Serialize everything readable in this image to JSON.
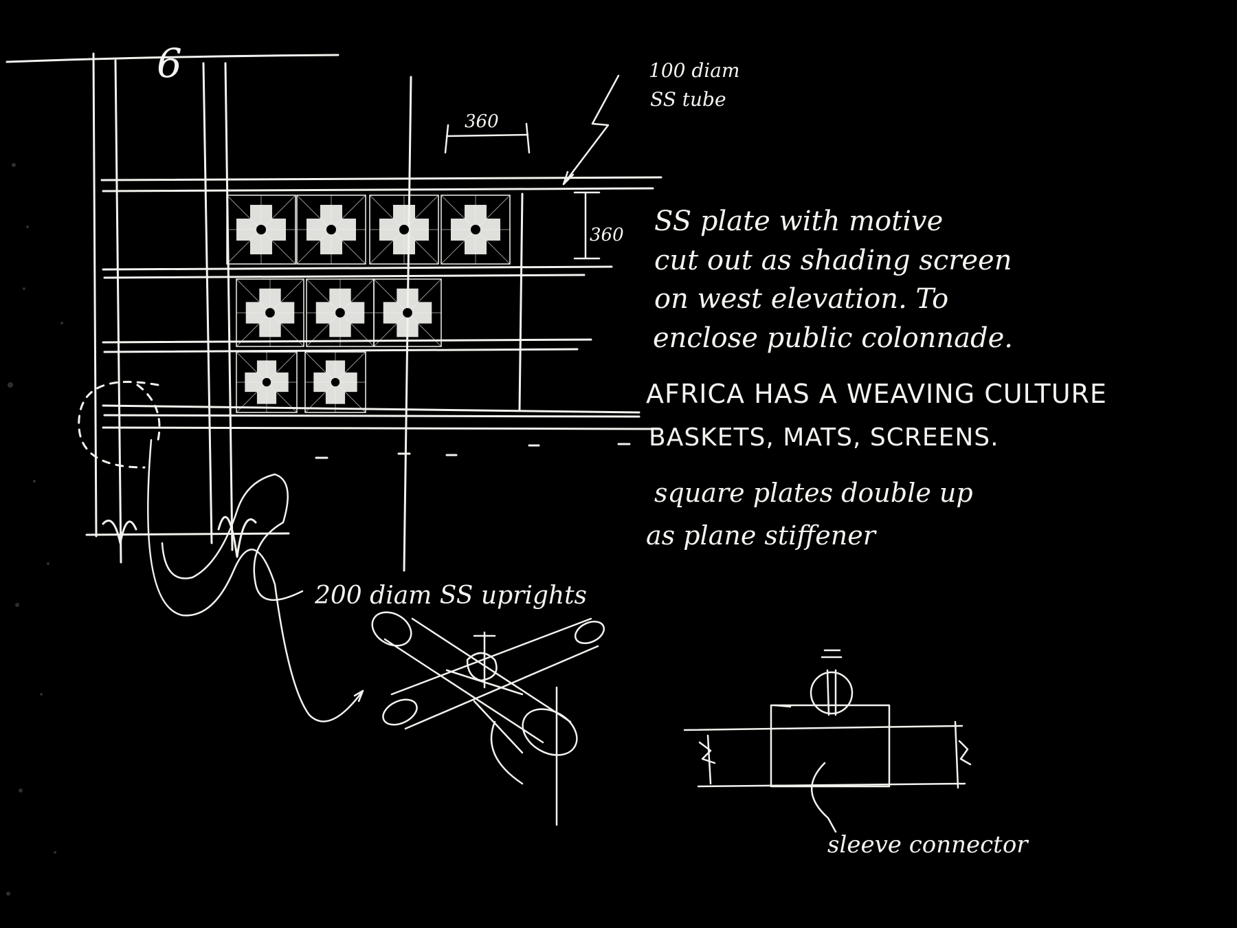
{
  "sketch": {
    "background": "#000000",
    "ink": "#f2f2ee",
    "gridline_label": "6",
    "dim_horizontal": "360",
    "dim_vertical": "360",
    "tube_note": [
      "100 diam",
      "SS tube"
    ],
    "plate_note": [
      "SS plate with motive",
      "cut out as shading screen",
      "on west elevation. To",
      "enclose public colonnade."
    ],
    "culture_note": [
      "AFRICA HAS A WEAVING CULTURE",
      "BASKETS, MATS, SCREENS."
    ],
    "stiffener_note": [
      "square plates double up",
      "as plane stiffener"
    ],
    "uprights_note": "200 diam SS uprights",
    "connector_note": "sleeve connector"
  }
}
